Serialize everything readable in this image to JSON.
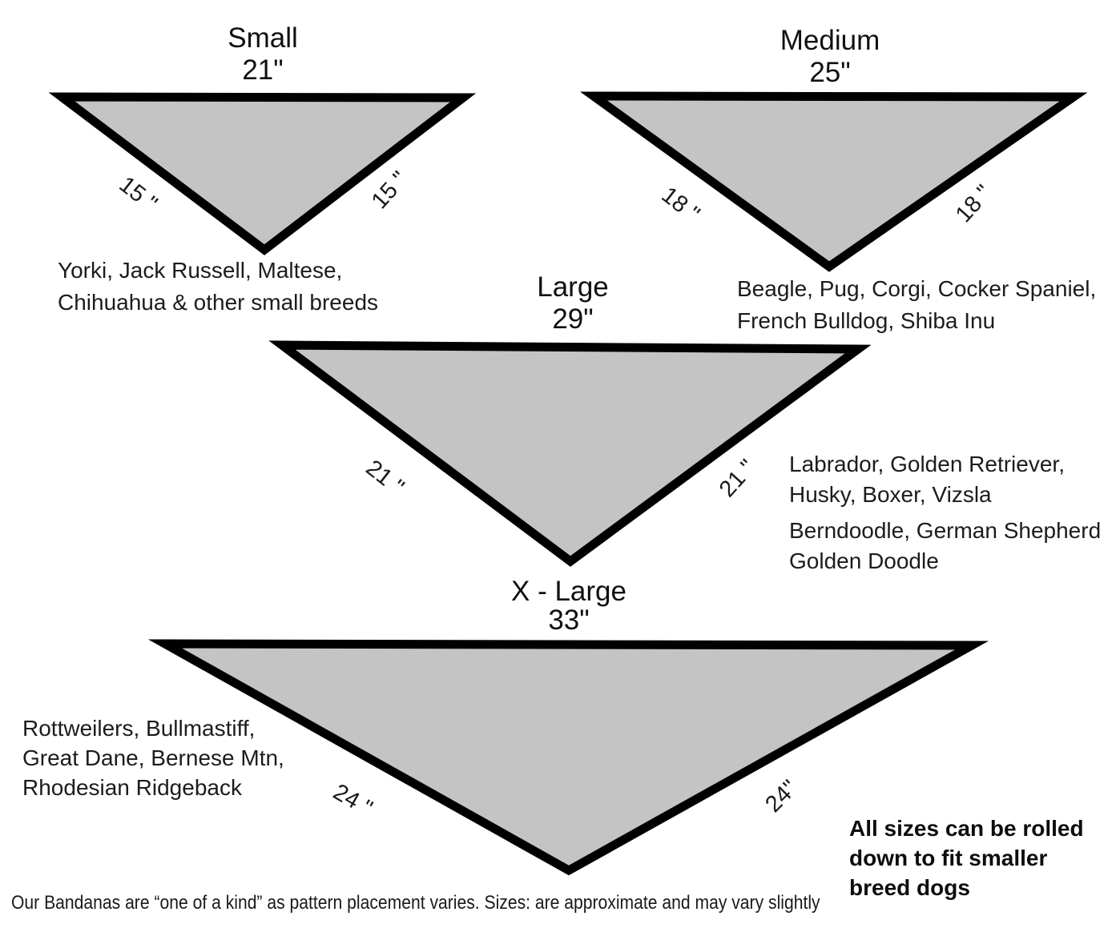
{
  "colors": {
    "background": "#ffffff",
    "triangle_fill": "#c4c4c4",
    "triangle_stroke": "#000000",
    "text": "#1c1c1c"
  },
  "sizes": [
    {
      "name": "Small",
      "tie_length": "21\"",
      "left_edge": "15 \"",
      "right_edge": "15 \"",
      "breed_lines": [
        "Yorki, Jack Russell, Maltese,",
        "Chihuahua & other small breeds"
      ]
    },
    {
      "name": "Medium",
      "tie_length": "25\"",
      "left_edge": "18 \"",
      "right_edge": "18 \"",
      "breed_lines": [
        "Beagle, Pug, Corgi, Cocker Spaniel,",
        "French Bulldog, Shiba Inu"
      ]
    },
    {
      "name": "Large",
      "tie_length": "29\"",
      "left_edge": "21 \"",
      "right_edge": "21 \"",
      "breed_lines": [
        "Labrador, Golden Retriever,",
        "Husky, Boxer, Vizsla",
        "Berndoodle, German Shepherd",
        "Golden Doodle"
      ]
    },
    {
      "name": "X - Large",
      "tie_length": "33\"",
      "left_edge": "24 \"",
      "right_edge": "24\"",
      "breed_lines": [
        "Rottweilers, Bullmastiff,",
        "Great Dane, Bernese Mtn,",
        "Rhodesian Ridgeback"
      ]
    }
  ],
  "roll_note_lines": [
    "All sizes can be rolled",
    "down to fit smaller",
    "breed dogs"
  ],
  "footer": "Our Bandanas are “one of a kind” as pattern placement varies. Sizes: are approximate and may vary slightly"
}
